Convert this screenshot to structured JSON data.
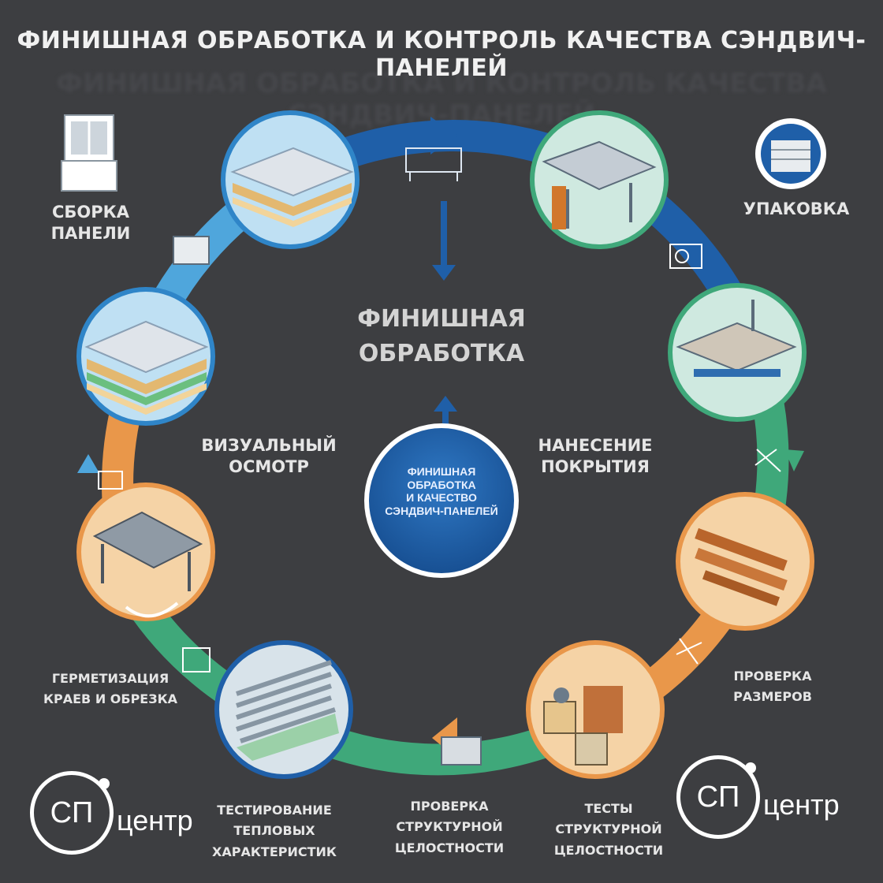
{
  "title": "ФИНИШНАЯ ОБРАБОТКА И КОНТРОЛЬ КАЧЕСТВА СЭНДВИЧ-ПАНЕЛЕЙ",
  "center": {
    "title": "ФИНИШНАЯ\nОБРАБОТКА",
    "hub": "ФИНИШНАЯ\nОБРАБОТКА\nИ КАЧЕСТВО\nСЭНДВИЧ-ПАНЕЛЕЙ"
  },
  "stages": {
    "assembly": "СБОРКА\nПАНЕЛИ",
    "packing": "УПАКОВКА",
    "visual": "ВИЗУАЛЬНЫЙ\nОСМОТР",
    "coating": "НАНЕСЕНИЕ\nПОКРЫТИЯ",
    "sealing": "ГЕРМЕТИЗАЦИЯ\nКРАЕВ И ОБРЕЗКА",
    "dimensions": "ПРОВЕРКА\nРАЗМЕРОВ",
    "thermal": "ТЕСТИРОВАНИЕ\nТЕПЛОВЫХ\nХАРАКТЕРИСТИК",
    "structural_check": "ПРОВЕРКА\nСТРУКТУРНОЙ\nЦЕЛОСТНОСТИ",
    "structural_tests": "ТЕСТЫ\nСТРУКТУРНОЙ\nЦЕЛОСТНОСТИ"
  },
  "logo": {
    "mark": "СП",
    "word": "центр"
  },
  "colors": {
    "background": "#3d3e41",
    "blue": "#1f5fa8",
    "light_blue": "#4fa6dc",
    "green": "#3fa87a",
    "orange": "#e9974a",
    "hub": "#1f5fa8"
  },
  "icons": [
    "window-icon",
    "package-icon",
    "machine-icon",
    "press-icon",
    "tools-icon",
    "panel-stack-icon",
    "frame-icon",
    "roll-icon",
    "corrugated-panel-icon",
    "lumber-icon",
    "test-equipment-icon",
    "production-line-icon",
    "table-icon"
  ]
}
